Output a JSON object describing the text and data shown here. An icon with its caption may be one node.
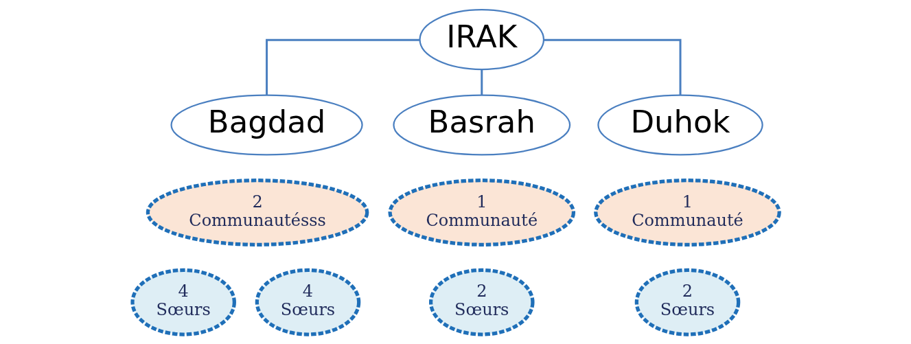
{
  "diagram": {
    "nodes": [
      {
        "text": [
          "IRAK"
        ]
      },
      {
        "text": [
          "Bagdad"
        ]
      },
      {
        "text": [
          "Basrah"
        ]
      },
      {
        "text": [
          "Duhok"
        ]
      },
      {
        "text": [
          "2",
          "Communautésss"
        ]
      },
      {
        "text": [
          "1",
          "Communauté"
        ]
      },
      {
        "text": [
          "1",
          "Communauté"
        ]
      },
      {
        "text": [
          "4",
          "Sœurs"
        ]
      },
      {
        "text": [
          "4",
          "Sœurs"
        ]
      },
      {
        "text": [
          "2",
          "Sœurs"
        ]
      },
      {
        "text": [
          "2",
          "Sœurs"
        ]
      }
    ],
    "edges": [
      {
        "from": 0,
        "to": 1,
        "arrow": "none"
      },
      {
        "from": 0,
        "to": 2,
        "arrow": "none"
      },
      {
        "from": 0,
        "to": 3,
        "arrow": "none"
      }
    ]
  }
}
